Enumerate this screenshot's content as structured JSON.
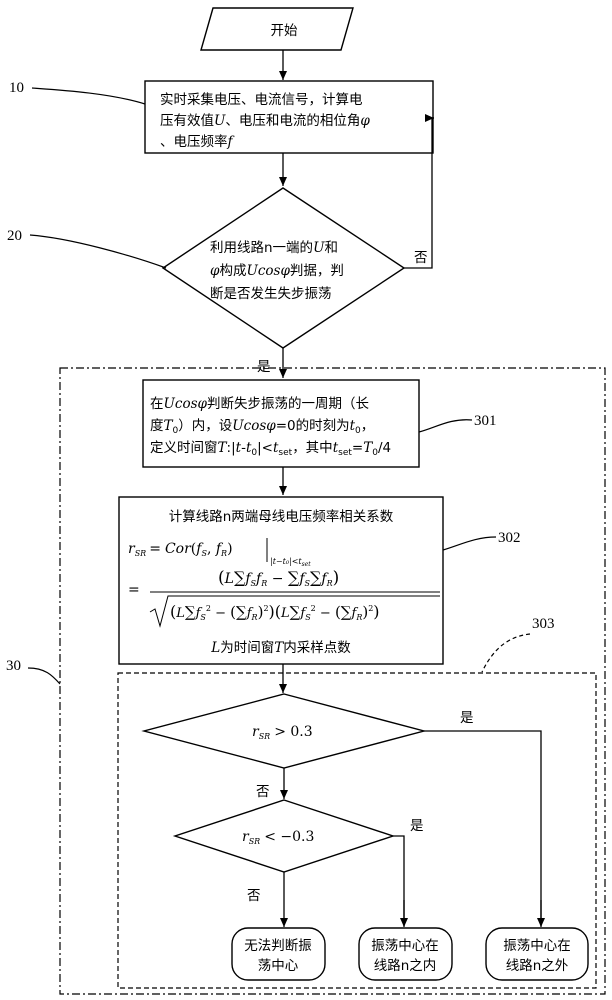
{
  "start": "开始",
  "step10": {
    "label": "10",
    "line1_a": "实时采集电压、电流信号，计算电",
    "line2_a": "压有效值",
    "line2_U": "U",
    "line2_b": "、电压和电流的相位角",
    "line2_phi": "φ",
    "line3_a": "、电压频率",
    "line3_f": "f"
  },
  "step20": {
    "label": "20",
    "line1_a": "利用线路n一端的",
    "line1_U": "U",
    "line1_b": "和",
    "line2_phi": "φ",
    "line2_a": "构成",
    "line2_Ucos": "Ucosφ",
    "line2_b": "判据，判",
    "line3": "断是否发生失步振荡",
    "no": "否",
    "yes": "是"
  },
  "block30": {
    "label": "30"
  },
  "step301": {
    "label": "301",
    "line1_a": "在",
    "line1_Ucos": "Ucosφ",
    "line1_b": "判断失步振荡的一周期（长",
    "line2_a": "度",
    "line2_T0": "T",
    "line2_sub0": "0",
    "line2_b": "）内，设",
    "line2_Ucos": "Ucosφ",
    "line2_c": "=0的时刻为",
    "line2_t0": "t",
    "line2_t0sub": "0",
    "line2_d": "，",
    "line3_a": "定义时间窗",
    "line3_T": "T",
    "line3_b": ":|",
    "line3_t": "t",
    "line3_c": "-",
    "line3_t0": "t",
    "line3_t0sub": "0",
    "line3_d": "|<",
    "line3_tset": "t",
    "line3_setsub": "set",
    "line3_e": "，其中",
    "line3_tset2": "t",
    "line3_setsub2": "set",
    "line3_f": "=",
    "line3_T0": "T",
    "line3_T0sub": "0",
    "line3_g": "/4"
  },
  "step302": {
    "label": "302",
    "title": "计算线路n两端母线电压频率相关系数",
    "r": "r",
    "r_sub": "SR",
    "eq": "=",
    "cor": "Cor",
    "fs": "f",
    "fs_sub": "S",
    "fr": "f",
    "fr_sub": "R",
    "cond": "|t−t₀|<t",
    "cond_sub": "set",
    "num_L": "L",
    "den_L": "L",
    "footer_L": "L",
    "footer_a": "为时间窗",
    "footer_T": "T",
    "footer_b": "内采样点数"
  },
  "block303": {
    "label": "303"
  },
  "decision1": {
    "r": "r",
    "sub": "SR",
    "cond": "> 0.3",
    "yes": "是",
    "no": "否"
  },
  "decision2": {
    "r": "r",
    "sub": "SR",
    "cond": "< −0.3",
    "yes": "是",
    "no": "否"
  },
  "result1": {
    "line1": "无法判断振",
    "line2": "荡中心"
  },
  "result2": {
    "line1": "振荡中心在",
    "line2": "线路n之内"
  },
  "result3": {
    "line1": "振荡中心在",
    "line2": "线路n之外"
  }
}
